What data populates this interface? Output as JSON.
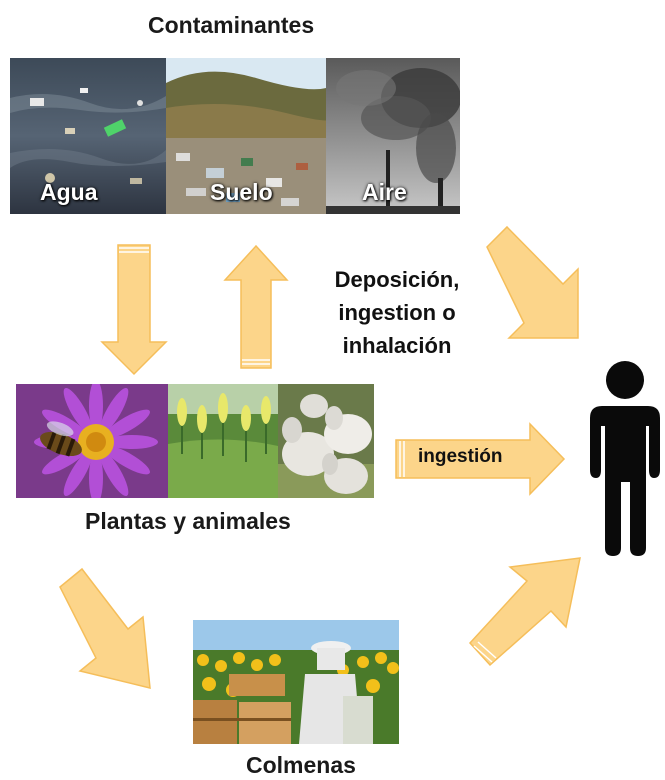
{
  "titles": {
    "contaminantes": "Contaminantes",
    "plantas": "Plantas y animales",
    "colmenas": "Colmenas"
  },
  "photo_labels": {
    "agua": "Agua",
    "suelo": "Suelo",
    "aire": "Aire"
  },
  "pathway_label": {
    "line1": "Deposición,",
    "line2": "ingestion o",
    "line3": "inhalación"
  },
  "ingestion_label": "ingestión",
  "colors": {
    "arrow_fill": "#FCD58A",
    "arrow_stroke": "#F5BE5A",
    "person": "#0a0a0a"
  },
  "icons": {
    "person": "person-silhouette-icon"
  }
}
